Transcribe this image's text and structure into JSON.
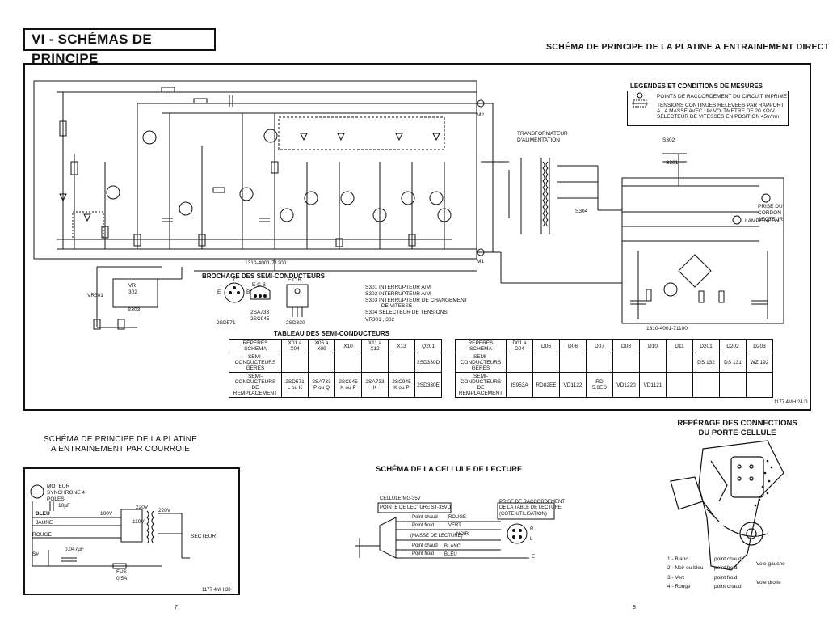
{
  "header": {
    "section_title": "VI - SCHÉMAS DE PRINCIPE",
    "right_title": "SCHÉMA DE PRINCIPE DE LA PLATINE A ENTRAINEMENT DIRECT"
  },
  "legend": {
    "title": "LEGENDES ET CONDITIONS DE MESURES",
    "rows": [
      "POINTS DE RACCORDEMENT DU CIRCUIT IMPRIME",
      "TENSIONS CONTINUES RELEVEES PAR RAPPORT",
      "A LA MASSE AVEC UN VOLTMETRE DE 20 KΩ/V",
      "SELECTEUR DE VITESSES EN POSITION 45tr/mn"
    ]
  },
  "schematic_labels": {
    "board_main": "1310-4001-71200",
    "board_power": "1310-4001-71100",
    "transformer": "TRANSFORMATEUR D'ALIMENTATION",
    "prise_cordon": "PRISE DU CORDON SECTEUR",
    "lampe": "LAMPE NEON",
    "s302": "S302",
    "s301": "S301",
    "s304": "S304",
    "vr301": "VR301",
    "s303": "S303",
    "vr302": "302",
    "vr_label": "VR",
    "m1": "M1",
    "m2": "M2",
    "corner_code": "1177 4MH 24 D"
  },
  "brochage": {
    "title": "BROCHAGE DES SEMI-CONDUCTEURS",
    "types": [
      "2SD571",
      "2SA733",
      "2SC945",
      "2SD330"
    ],
    "pins_left": [
      "E",
      "C",
      "B"
    ],
    "pins_mid": "E C B",
    "pins_right": "E C B"
  },
  "switches": [
    "S301    INTERRUPTEUR A/M",
    "S302    INTERRUPTEUR A/M",
    "S303    INTERRUPTEUR DE CHANGEMENT",
    "           DE VITESSE",
    "S304    SELECTEUR DE TENSIONS",
    "VR301 , 302"
  ],
  "table": {
    "title": "TABLEAU DES SEMI-CONDUCTEURS",
    "left": {
      "headers": [
        "REPERES SCHEMA",
        "X01 a X04",
        "X05 a X09",
        "X10",
        "X11 a X12",
        "X13",
        "Q201"
      ],
      "row_generic_label": "SEMI-CONDUCTEURS GERES",
      "row_generic_q201": "2SD330D",
      "row_repl_label": "SEMI-CONDUCTEURS DE REMPLACEMENT",
      "row_repl": [
        "2SD571 L ou K",
        "2SA733 P ou Q",
        "2SC945 K ou P",
        "2SA733 K",
        "2SC945 K ou P",
        "2SD330E"
      ]
    },
    "right": {
      "headers": [
        "REPERES SCHEMA",
        "D01 a D04",
        "D05",
        "D06",
        "D07",
        "D08",
        "D10",
        "D11",
        "D201",
        "D202",
        "D203"
      ],
      "row_generic_label": "SEMI-CONDUCTEURS GERES",
      "row_generic": [
        "",
        "",
        "",
        "",
        "",
        "",
        "",
        "DS 132",
        "DS 131",
        "WZ 192"
      ],
      "row_repl_label": "SEMI-CONDUCTEURS DE REMPLACEMENT",
      "row_repl": [
        "IS953A",
        "RD82EE",
        "VD1122",
        "RD 5.6ED",
        "VD1220",
        "VD1121",
        "",
        "",
        "",
        ""
      ]
    }
  },
  "bottom_left": {
    "title_line1": "SCHÉMA DE PRINCIPE DE LA PLATINE",
    "title_line2": "A ENTRAINEMENT PAR COURROIE",
    "moteur": "MOTEUR SYNCHRONE 4 POLES",
    "c1": "10µF",
    "bleu": "BLEU",
    "jaune": "JAUNE",
    "rouge": "ROUGE",
    "v100": "100V",
    "v220a": "220V",
    "v110": "110V",
    "v220b": "220V",
    "secteur": "SECTEUR",
    "c2": "0.047µF",
    "fus": "FUS",
    "fus_val": "0.5A",
    "sw": "S#",
    "code": "1177 4MH 38"
  },
  "cellule": {
    "title": "SCHÉMA DE LA CELLULE DE LECTURE",
    "cellule_label": "CELLULE  MG-35V",
    "pointe": "POINTE DE LECTURE  ST-35VD",
    "prise1": "PRISE DE RACCORDEMENT",
    "prise2": "DE LA TABLE DE LECTURE",
    "cote": "(COTE UTILISATION)",
    "wires": [
      "Point chaud",
      "ROUGE",
      "Point froid",
      "VERT",
      "NOIR",
      "(MASSE DE LECTURE)",
      "Point chaud",
      "BLANC",
      "Point froid",
      "BLEU"
    ],
    "r": "R",
    "l": "L",
    "e": "E"
  },
  "reperage": {
    "title_line1": "REPÉRAGE DES CONNECTIONS",
    "title_line2": "DU PORTE-CELLULE",
    "lines": [
      {
        "n": "1 - Blanc",
        "pt": "point chaud",
        "voie": "Voie gauche"
      },
      {
        "n": "2 - Noir ou bleu",
        "pt": "point froid",
        "voie": ""
      },
      {
        "n": "3 - Vert",
        "pt": "point froid",
        "voie": "Voie droite"
      },
      {
        "n": "4 - Rouge",
        "pt": "point chaud",
        "voie": ""
      }
    ]
  },
  "pages": {
    "left": "7",
    "right": "8"
  }
}
